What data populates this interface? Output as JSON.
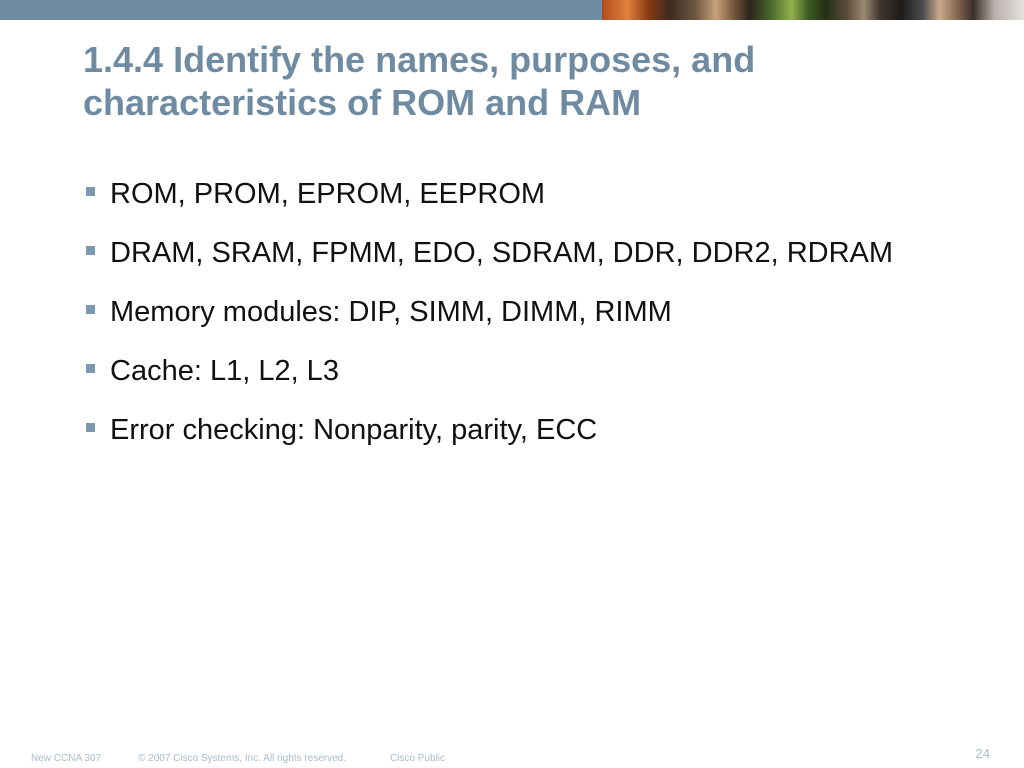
{
  "slide": {
    "title": "1.4.4 Identify the names, purposes, and characteristics of ROM and RAM",
    "accent_color": "#6f8ba2",
    "bullets": [
      {
        "text": "ROM, PROM, EPROM, EEPROM"
      },
      {
        "text": "DRAM, SRAM, FPMM, EDO, SDRAM, DDR, DDR2, RDRAM"
      },
      {
        "text": "Memory modules: DIP, SIMM, DIMM, RIMM"
      },
      {
        "text": "Cache: L1, L2, L3"
      },
      {
        "text": "Error checking: Nonparity, parity, ECC"
      }
    ]
  },
  "footer": {
    "course": "New CCNA 307",
    "copyright": "© 2007 Cisco Systems, Inc. All rights reserved.",
    "classification": "Cisco Public",
    "page_number": "24"
  }
}
